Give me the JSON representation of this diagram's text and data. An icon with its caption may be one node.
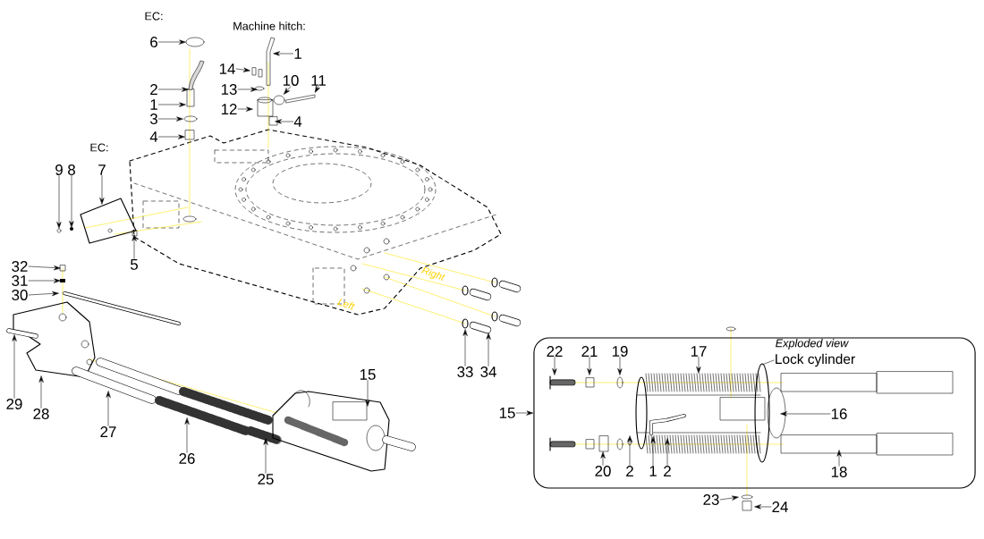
{
  "diagram": {
    "nodes": [
      {
        "text": [
          "6"
        ]
      },
      {
        "text": [
          "2"
        ]
      },
      {
        "text": [
          "1"
        ]
      },
      {
        "text": [
          "3"
        ]
      },
      {
        "text": [
          "4"
        ]
      },
      {
        "text": [
          "1"
        ]
      },
      {
        "text": [
          "14"
        ]
      },
      {
        "text": [
          "13"
        ]
      },
      {
        "text": [
          "10"
        ]
      },
      {
        "text": [
          "11"
        ]
      },
      {
        "text": [
          "12"
        ]
      },
      {
        "text": [
          "4"
        ]
      },
      {
        "text": [
          "9"
        ]
      },
      {
        "text": [
          "8"
        ]
      },
      {
        "text": [
          "7"
        ]
      },
      {
        "text": [
          "5"
        ]
      },
      {
        "text": [
          "32"
        ]
      },
      {
        "text": [
          "31"
        ]
      },
      {
        "text": [
          "30"
        ]
      },
      {
        "text": [
          "29"
        ]
      },
      {
        "text": [
          "28"
        ]
      },
      {
        "text": [
          "27"
        ]
      },
      {
        "text": [
          "26"
        ]
      },
      {
        "text": [
          "25"
        ]
      },
      {
        "text": [
          "15"
        ]
      },
      {
        "text": [
          "33"
        ]
      },
      {
        "text": [
          "34"
        ]
      },
      {
        "text": [
          "15"
        ]
      },
      {
        "text": [
          "Exploded view"
        ]
      },
      {
        "text": [
          "22"
        ],
        "in": 28
      },
      {
        "text": [
          "21"
        ],
        "in": 28
      },
      {
        "text": [
          "19"
        ],
        "in": 28
      },
      {
        "text": [
          "17"
        ],
        "in": 28
      },
      {
        "text": [
          "Lock cylinder"
        ],
        "in": 28
      },
      {
        "text": [
          "16"
        ],
        "in": 28
      },
      {
        "text": [
          "20"
        ],
        "in": 28
      },
      {
        "text": [
          "2"
        ],
        "in": 28
      },
      {
        "text": [
          "1"
        ],
        "in": 28
      },
      {
        "text": [
          "2"
        ],
        "in": 28
      },
      {
        "text": [
          "18"
        ],
        "in": 28
      },
      {
        "text": [
          "23"
        ]
      },
      {
        "text": [
          "24"
        ]
      }
    ],
    "edges": [
      {
        "from": 0,
        "to": null,
        "arrow": "to"
      },
      {
        "from": 1,
        "to": null,
        "arrow": "to"
      },
      {
        "from": 2,
        "to": null,
        "arrow": "to"
      },
      {
        "from": 3,
        "to": null,
        "arrow": "to"
      },
      {
        "from": 4,
        "to": null,
        "arrow": "to"
      },
      {
        "from": 5,
        "to": null,
        "arrow": "to"
      },
      {
        "from": 6,
        "to": null,
        "arrow": "to"
      },
      {
        "from": 7,
        "to": null,
        "arrow": "to"
      },
      {
        "from": 8,
        "to": null,
        "arrow": "to"
      },
      {
        "from": 9,
        "to": null,
        "arrow": "to"
      },
      {
        "from": 10,
        "to": null,
        "arrow": "to"
      },
      {
        "from": 11,
        "to": null,
        "arrow": "to"
      },
      {
        "from": 12,
        "to": null,
        "arrow": "to"
      },
      {
        "from": 13,
        "to": null,
        "arrow": "to"
      },
      {
        "from": 14,
        "to": null,
        "arrow": "to"
      },
      {
        "from": 15,
        "to": null,
        "arrow": "to"
      },
      {
        "from": 16,
        "to": null,
        "arrow": "to"
      },
      {
        "from": 17,
        "to": null,
        "arrow": "to"
      },
      {
        "from": 18,
        "to": null,
        "arrow": "to"
      },
      {
        "from": 19,
        "to": null,
        "arrow": "to"
      },
      {
        "from": 20,
        "to": null,
        "arrow": "to"
      },
      {
        "from": 21,
        "to": null,
        "arrow": "to"
      },
      {
        "from": 22,
        "to": null,
        "arrow": "to"
      },
      {
        "from": 23,
        "to": null,
        "arrow": "to"
      },
      {
        "from": 24,
        "to": null,
        "arrow": "to"
      },
      {
        "from": 25,
        "to": null,
        "arrow": "to"
      },
      {
        "from": 26,
        "to": null,
        "arrow": "to"
      },
      {
        "from": 27,
        "to": 28,
        "arrow": "to"
      },
      {
        "from": 29,
        "to": null,
        "arrow": "to"
      },
      {
        "from": 30,
        "to": null,
        "arrow": "to"
      },
      {
        "from": 31,
        "to": null,
        "arrow": "to"
      },
      {
        "from": 32,
        "to": null,
        "arrow": "to"
      },
      {
        "from": 33,
        "to": null,
        "arrow": "none"
      },
      {
        "from": 34,
        "to": null,
        "arrow": "to"
      },
      {
        "from": 35,
        "to": null,
        "arrow": "to"
      },
      {
        "from": 36,
        "to": null,
        "arrow": "to"
      },
      {
        "from": 37,
        "to": null,
        "arrow": "to"
      },
      {
        "from": 38,
        "to": null,
        "arrow": "to"
      },
      {
        "from": 39,
        "to": null,
        "arrow": "to"
      },
      {
        "from": 40,
        "to": null,
        "arrow": "to"
      },
      {
        "from": 41,
        "to": null,
        "arrow": "to"
      }
    ],
    "labels": [
      "EC:",
      "Machine hitch:",
      "EC:",
      "Right",
      "Left"
    ]
  }
}
